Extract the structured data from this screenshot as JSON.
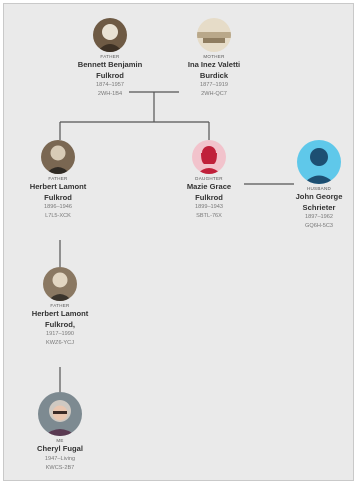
{
  "people": {
    "bennett": {
      "role": "FATHER",
      "name_lines": [
        "Bennett Benjamin",
        "Fulkrod"
      ],
      "dates": "1874–1957",
      "id": "2WH-1B4"
    },
    "ina": {
      "role": "MOTHER",
      "name_lines": [
        "Ina Inez Valetti",
        "Burdick"
      ],
      "dates": "1877–1919",
      "id": "2WH-QC7"
    },
    "herbert_sr": {
      "role": "FATHER",
      "name_lines": [
        "Herbert Lamont",
        "Fulkrod"
      ],
      "dates": "1896–1946",
      "id": "L7L5-XCK"
    },
    "mazie": {
      "role": "DAUGHTER",
      "name_lines": [
        "Mazie Grace",
        "Fulkrod"
      ],
      "dates": "1899–1943",
      "id": "SBTL-76X"
    },
    "john": {
      "role": "HUSBAND",
      "name_lines": [
        "John George",
        "Schrieter"
      ],
      "dates": "1897–1962",
      "id": "GQ6H-5C3"
    },
    "herbert_jr": {
      "role": "FATHER",
      "name_lines": [
        "Herbert Lamont",
        "Fulkrod,"
      ],
      "dates": "1917–1990",
      "id": "KWZ6-YCJ"
    },
    "cheryl": {
      "role": "ME",
      "name_lines": [
        "Cheryl Fugal"
      ],
      "dates": "1947–Living",
      "id": "KWCS-2B7"
    }
  },
  "colors": {
    "background": "#eaeaea",
    "line": "#555555",
    "female_avatar_bg": "#f2c3cc",
    "female_avatar_fg": "#c0203a",
    "male_avatar_bg": "#5fc8ea",
    "male_avatar_fg": "#1d4f72"
  },
  "icons": {
    "mazie": "female-silhouette-icon",
    "john": "male-silhouette-icon"
  }
}
